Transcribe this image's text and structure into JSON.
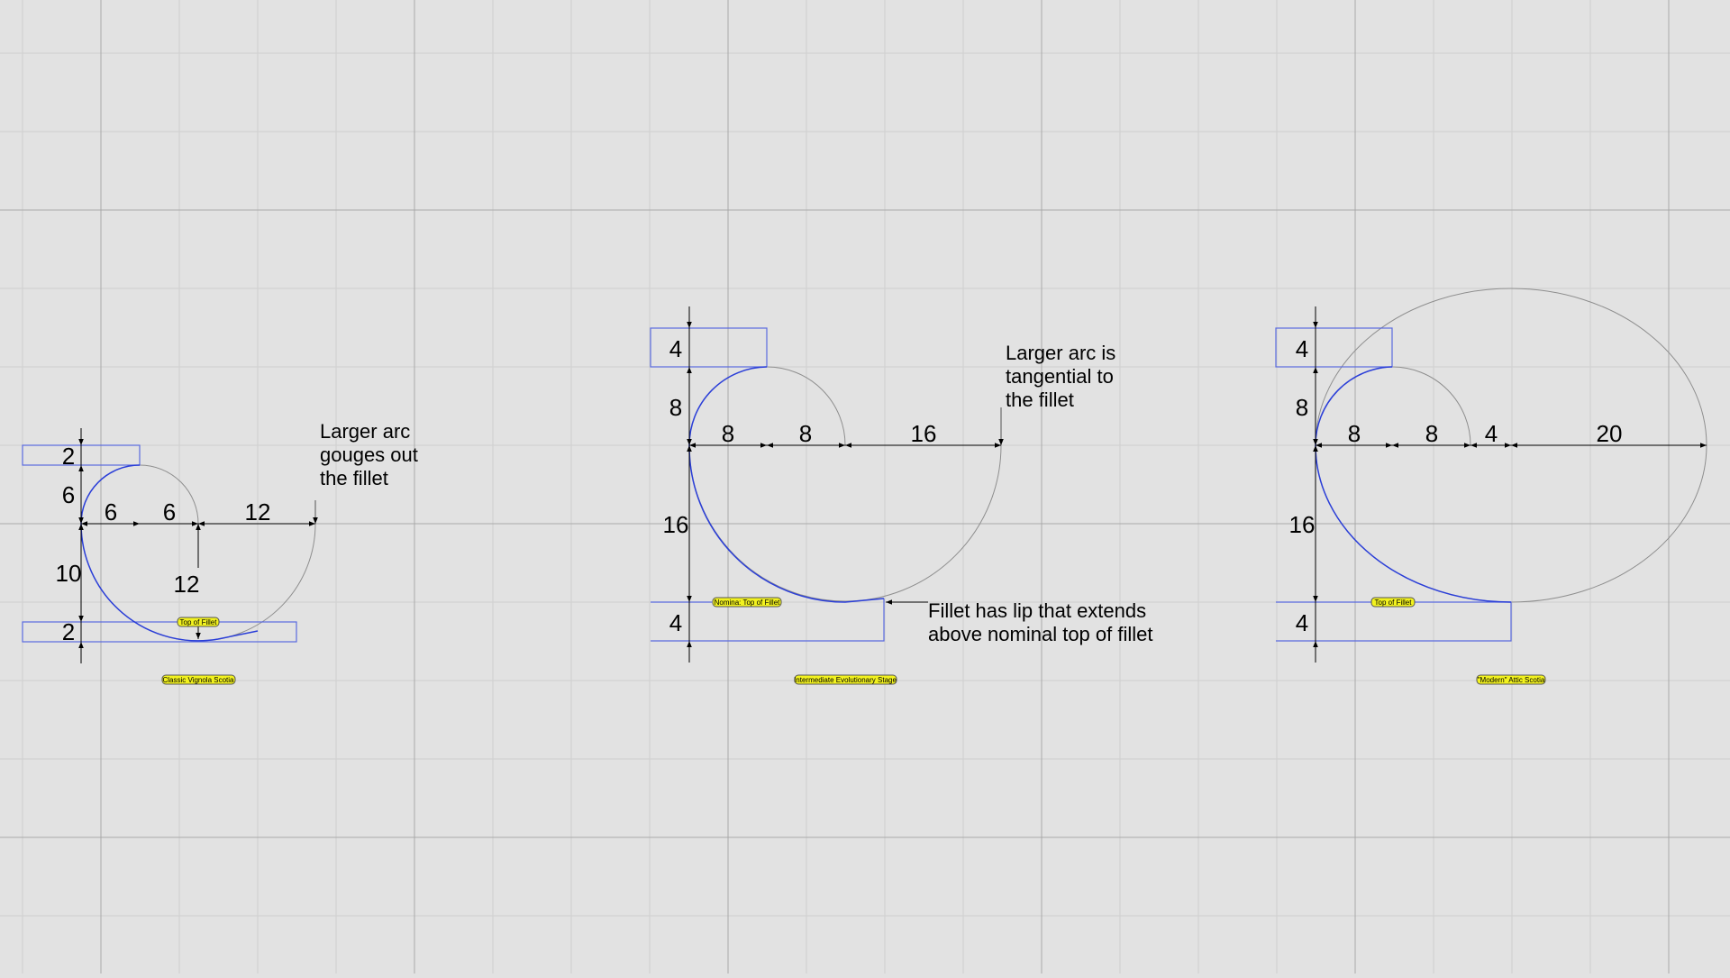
{
  "colors": {
    "background": "#e2e2e2",
    "profile": "#2a3ed8",
    "tag": "#f2f21e"
  },
  "drawings": {
    "classic": {
      "dims": {
        "h_top": "2",
        "h_upper": "6",
        "w1": "6",
        "w2": "6",
        "w3": "12",
        "h_lower": "10",
        "h_bottom": "2",
        "center_v": "12"
      },
      "note": [
        "Larger arc",
        "gouges out",
        "the fillet"
      ],
      "tag_fillet": "Top of Fillet",
      "caption": "Classic Vignola Scotia"
    },
    "intermediate": {
      "dims": {
        "h_top": "4",
        "h_upper": "8",
        "w1": "8",
        "w2": "8",
        "w3": "16",
        "h_lower": "16",
        "h_bottom": "4"
      },
      "note_top": [
        "Larger arc is",
        "tangential to",
        "the fillet"
      ],
      "note_bottom": [
        "Fillet has lip that extends",
        "above nominal top of fillet"
      ],
      "tag_fillet": "Nomina: Top of Fillet",
      "caption": "Intermediate Evolutionary Stage"
    },
    "modern": {
      "dims": {
        "h_top": "4",
        "h_upper": "8",
        "w1": "8",
        "w2": "8",
        "w3": "4",
        "w4": "20",
        "h_lower": "16",
        "h_bottom": "4"
      },
      "tag_fillet": "Top of Fillet",
      "caption": "\"Modern\" Attic Scotia"
    }
  }
}
